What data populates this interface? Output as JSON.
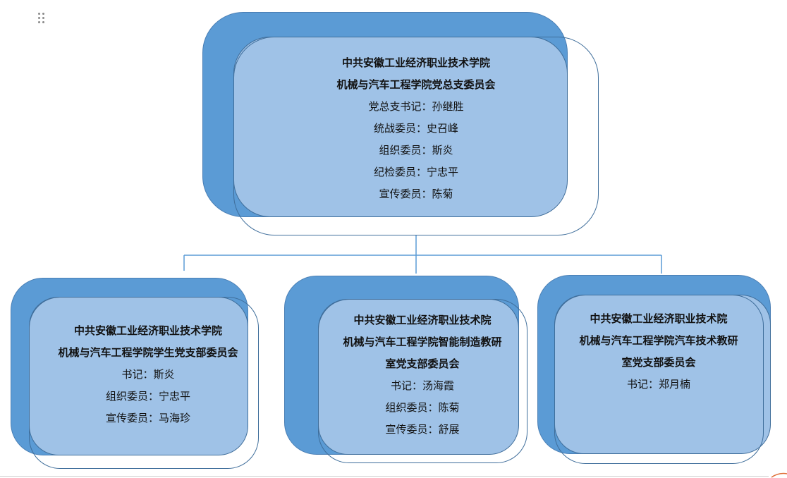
{
  "top_node": {
    "title_line1": "中共安徽工业经济职业技术学院",
    "title_line2": "机械与汽车工程学院党总支委员会",
    "members": [
      "党总支书记：孙继胜",
      "统战委员：史召峰",
      "组织委员：斯炎",
      "纪检委员：宁忠平",
      "宣传委员：陈菊"
    ]
  },
  "left_node": {
    "title_line1": "中共安徽工业经济职业技术学院",
    "title_line2": "机械与汽车工程学院学生党支部委员会",
    "members": [
      "书记：斯炎",
      "组织委员：宁忠平",
      "宣传委员：马海珍"
    ]
  },
  "middle_node": {
    "title_line1": "中共安徽工业经济职业技术院",
    "title_line2": "机械与汽车工程学院智能制造教研",
    "title_line3": "室党支部委员会",
    "members": [
      "书记：汤海霞",
      "组织委员：陈菊",
      "宣传委员：舒展"
    ]
  },
  "right_node": {
    "title_line1": "中共安徽工业经济职业技术院",
    "title_line2": "机械与汽车工程学院汽车技术教研",
    "title_line3": "室党支部委员会",
    "members": [
      "书记：郑月楠"
    ]
  },
  "colors": {
    "shape_back": "#5b9bd5",
    "shape_front": "#a3c4e8",
    "outline": "#3f6e9b",
    "connector": "#5b9bd5"
  },
  "icons": {
    "drag_handle": "drag-handle-icon",
    "corner_mark": "corner-mark-icon"
  }
}
